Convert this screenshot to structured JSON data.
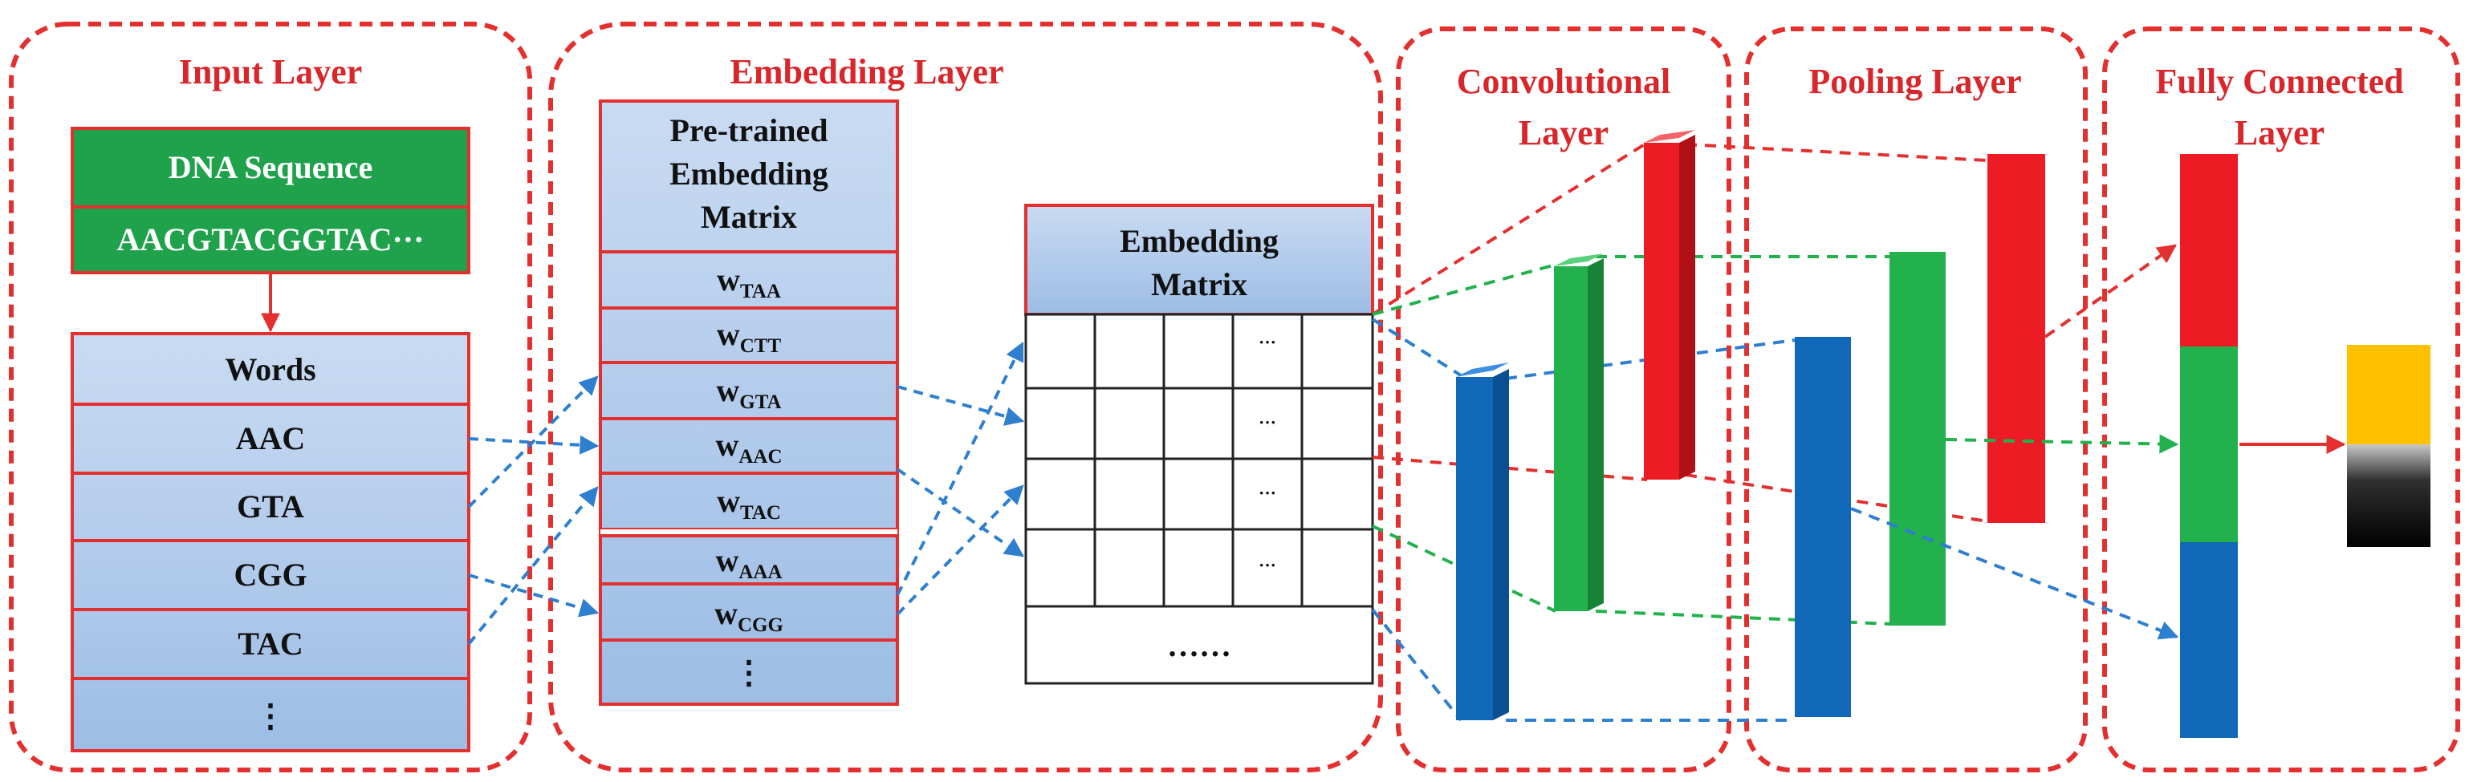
{
  "sections": {
    "input": "Input Layer",
    "embedding": "Embedding Layer",
    "conv_line1": "Convolutional",
    "conv_line2": "Layer",
    "pooling": "Pooling Layer",
    "fc_line1": "Fully Connected",
    "fc_line2": "Layer"
  },
  "input_layer": {
    "dna_header": "DNA Sequence",
    "dna_sequence": "AACGTACGGTAC···",
    "words_header": "Words",
    "words": [
      "AAC",
      "GTA",
      "CGG",
      "TAC"
    ],
    "ellipsis": "⋮"
  },
  "pretrained": {
    "title": [
      "Pre-trained",
      "Embedding",
      "Matrix"
    ],
    "rows": [
      {
        "base": "w",
        "sub": "TAA"
      },
      {
        "base": "w",
        "sub": "CTT"
      },
      {
        "base": "w",
        "sub": "GTA"
      },
      {
        "base": "w",
        "sub": "AAC"
      },
      {
        "base": "w",
        "sub": "TAC"
      },
      {
        "base": "w",
        "sub": "AAA"
      },
      {
        "base": "w",
        "sub": "CGG"
      }
    ],
    "ellipsis": "⋮"
  },
  "embedding_matrix": {
    "title": [
      "Embedding",
      "Matrix"
    ],
    "cell_ellipsis": "···",
    "bottom_ellipsis": "……"
  },
  "colors": {
    "frame": "#e3302f",
    "title_red": "#d9262b",
    "green_header": "#1fa24b",
    "blue_cell": "#aac7ea",
    "red_bar": "#ed1c24",
    "green_bar": "#22b14c",
    "blue_bar": "#1168b8",
    "arrow_blue": "#2e7fd0",
    "output_yellow": "#ffc000",
    "output_black": "#000000"
  }
}
